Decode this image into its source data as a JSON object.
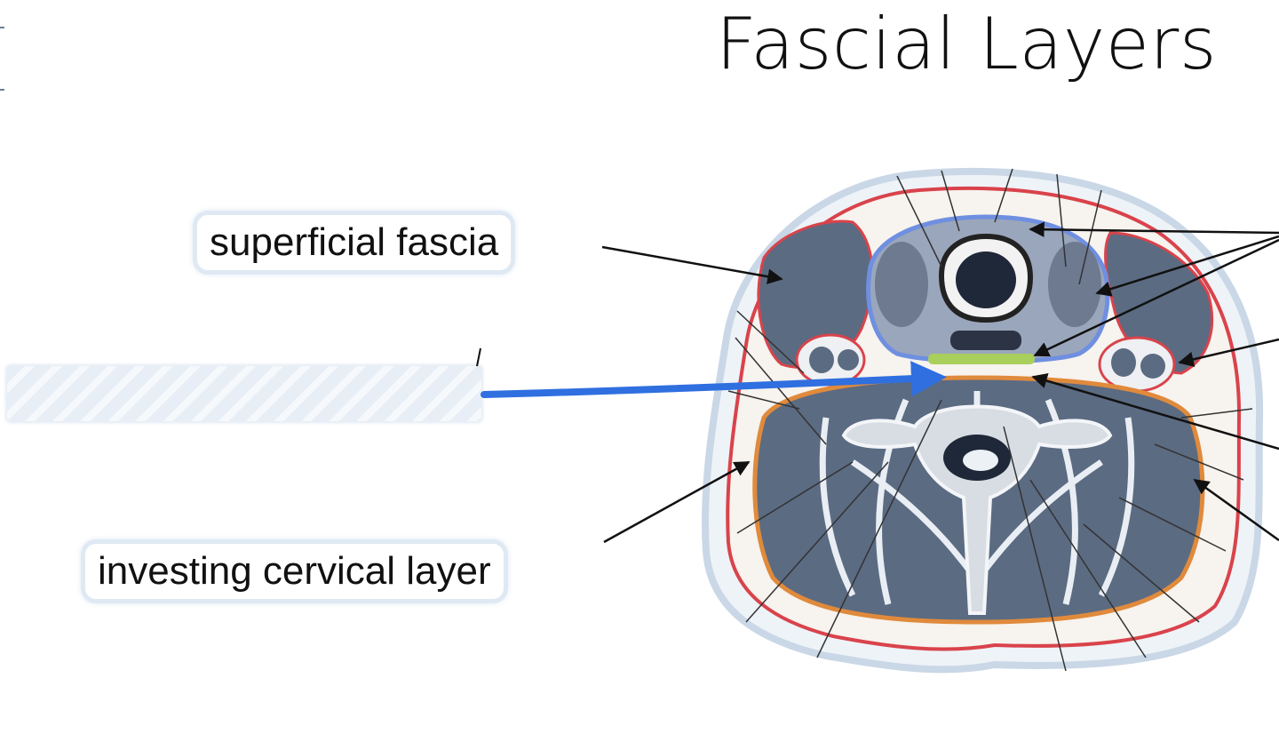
{
  "slide": {
    "title": "Fascial Layers",
    "labels": {
      "superficial": "superficial fascia",
      "investing": "investing cervical layer"
    }
  },
  "colors": {
    "background": "#ffffff",
    "muscle": "#5b6b82",
    "fascia_red": "#d9434b",
    "fascia_orange": "#e08a3c",
    "pretracheal_blue": "#6f8fe0",
    "prevertebral_green": "#a9cf5c",
    "highlight_arrow": "#2f6fe0",
    "skin": "#c9d7e6"
  },
  "icons": {
    "blank_answer": "hatched-blank-box",
    "pointer": "blue-arrow"
  }
}
